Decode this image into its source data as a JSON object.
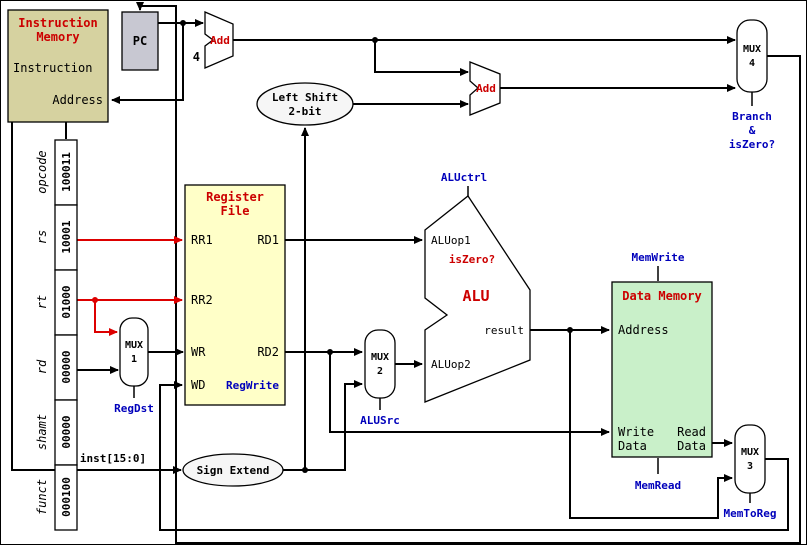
{
  "colors": {
    "title_red": "#cc0000",
    "control_blue": "#0000bb",
    "wire_red": "#dd0000",
    "im_fill": "#d6d2a0",
    "rf_fill": "#ffffc8",
    "dm_fill": "#c9f0c9",
    "pc_fill": "#c8c8d2"
  },
  "instruction_memory": {
    "title_line1": "Instruction",
    "title_line2": "Memory",
    "port_instruction": "Instruction",
    "port_address": "Address"
  },
  "pc": {
    "label": "PC"
  },
  "adder_pc": {
    "label": "Add",
    "constant": "4"
  },
  "adder_branch": {
    "label": "Add"
  },
  "left_shift": {
    "label_line1": "Left Shift",
    "label_line2": "2-bit"
  },
  "sign_extend": {
    "label": "Sign Extend",
    "input_bus": "inst[15:0]"
  },
  "instruction_fields": [
    {
      "name": "opcode",
      "value": "100011"
    },
    {
      "name": "rs",
      "value": "10001"
    },
    {
      "name": "rt",
      "value": "01000"
    },
    {
      "name": "rd",
      "value": "00000"
    },
    {
      "name": "shamt",
      "value": "00000"
    },
    {
      "name": "funct",
      "value": "000100"
    }
  ],
  "register_file": {
    "title_line1": "Register",
    "title_line2": "File",
    "port_rr1": "RR1",
    "port_rr2": "RR2",
    "port_wr": "WR",
    "port_wd": "WD",
    "port_rd1": "RD1",
    "port_rd2": "RD2",
    "control": "RegWrite"
  },
  "mux1": {
    "label": "MUX",
    "num": "1",
    "control": "RegDst"
  },
  "mux2": {
    "label": "MUX",
    "num": "2",
    "control": "ALUSrc"
  },
  "mux3": {
    "label": "MUX",
    "num": "3",
    "control": "MemToReg"
  },
  "mux4": {
    "label": "MUX",
    "num": "4",
    "control_line1": "Branch",
    "control_line2": "&",
    "control_line3": "isZero?"
  },
  "alu": {
    "label": "ALU",
    "control": "ALUctrl",
    "flag": "isZero?",
    "port_op1": "ALUop1",
    "port_op2": "ALUop2",
    "port_result": "result"
  },
  "data_memory": {
    "title": "Data Memory",
    "port_address": "Address",
    "port_write_line1": "Write",
    "port_write_line2": "Data",
    "port_read_line1": "Read",
    "port_read_line2": "Data",
    "control_write": "MemWrite",
    "control_read": "MemRead"
  }
}
